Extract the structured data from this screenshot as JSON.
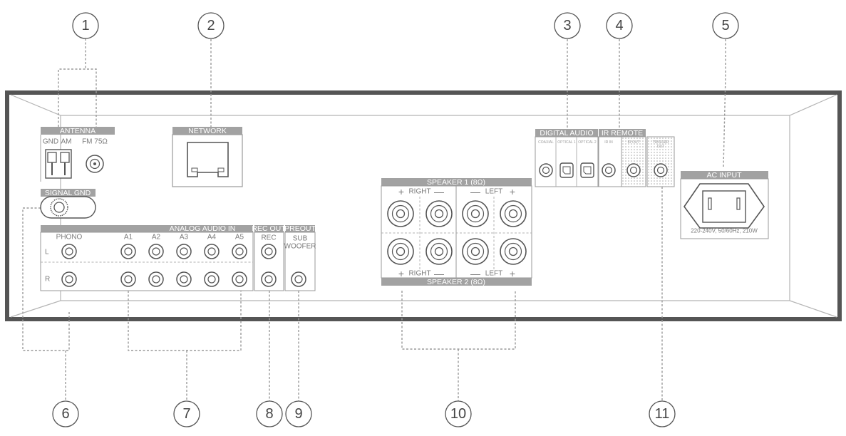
{
  "callouts": [
    "1",
    "2",
    "3",
    "4",
    "5",
    "6",
    "7",
    "8",
    "9",
    "10",
    "11"
  ],
  "sections": {
    "antenna": "ANTENNA",
    "network": "NETWORK",
    "digital_audio": "DIGITAL AUDIO",
    "ir_remote": "IR REMOTE",
    "ac_input": "AC INPUT",
    "signal_gnd": "SIGNAL GND",
    "analog_audio_in": "ANALOG AUDIO IN",
    "rec_out": "REC OUT",
    "preout": "PREOUT",
    "speaker1": "SPEAKER 1 (8Ω)",
    "speaker2": "SPEAKER 2 (8Ω)"
  },
  "labels": {
    "gnd": "GND",
    "am": "AM",
    "fm": "FM 75Ω",
    "coaxial": "COAXIAL",
    "optical1": "OPTICAL 1",
    "optical2": "OPTICAL 2",
    "ir_in": "IR IN",
    "ir_out": "IR OUT",
    "trigger_out_1": "TRIGGER",
    "trigger_out_2": "OUT",
    "phono": "PHONO",
    "a1": "A1",
    "a2": "A2",
    "a3": "A3",
    "a4": "A4",
    "a5": "A5",
    "rec": "REC",
    "sub1": "SUB",
    "sub2": "WOOFER",
    "l": "L",
    "r": "R",
    "right": "RIGHT",
    "left": "LEFT",
    "plus": "+",
    "minus": "—",
    "ac_rating": "220-240V, 50/60Hz, 210W"
  }
}
